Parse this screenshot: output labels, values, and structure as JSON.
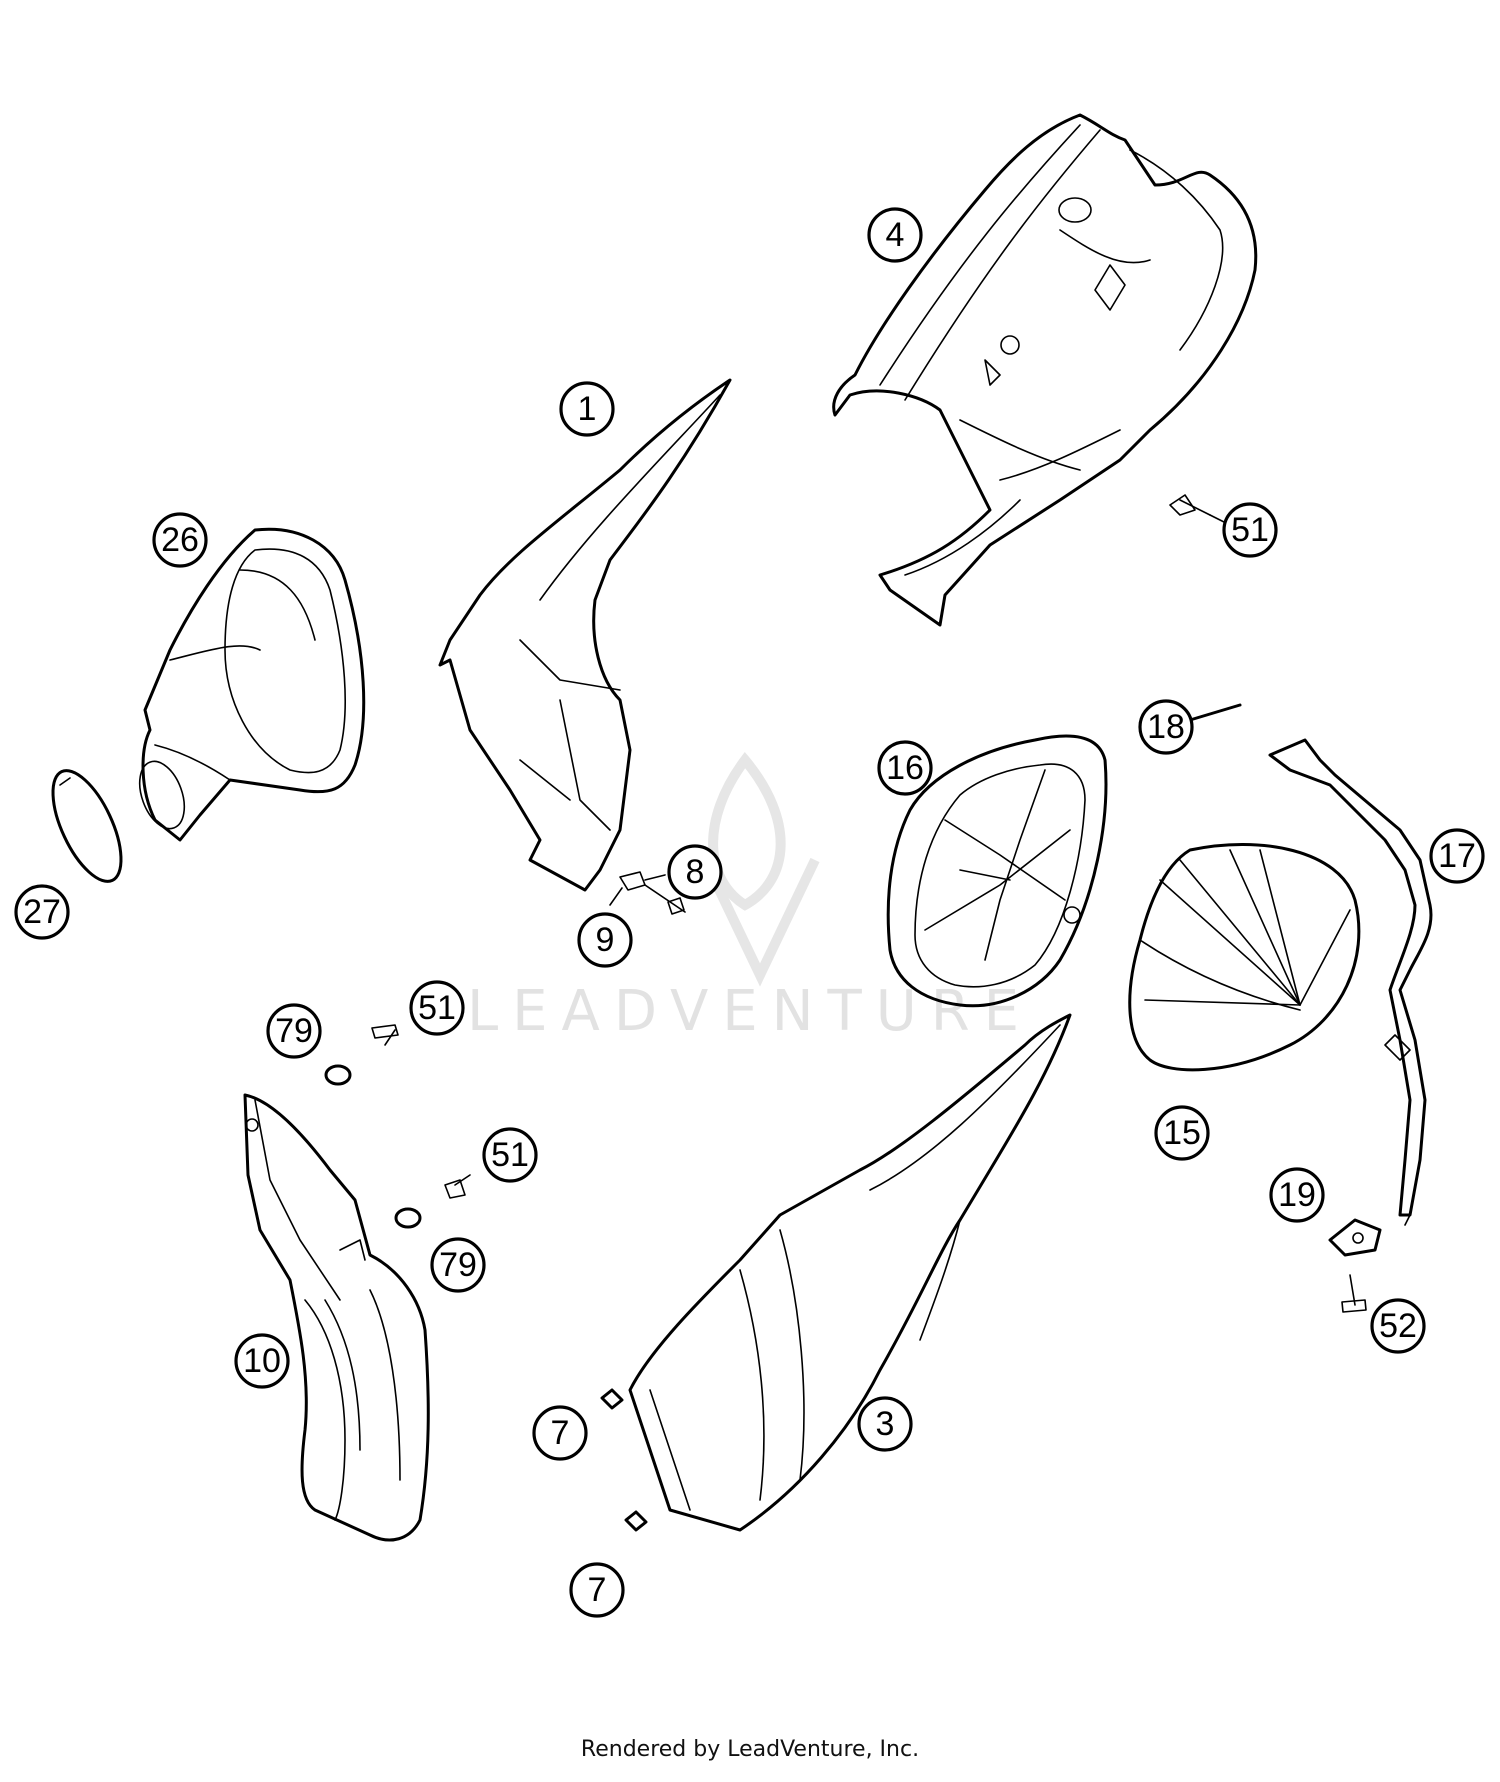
{
  "watermark": {
    "text": "LEADVENTURE"
  },
  "footer": {
    "text": "Rendered by LeadVenture, Inc."
  },
  "callouts": [
    {
      "id": "c1",
      "label": "1"
    },
    {
      "id": "c4",
      "label": "4"
    },
    {
      "id": "c51a",
      "label": "51"
    },
    {
      "id": "c26",
      "label": "26"
    },
    {
      "id": "c27",
      "label": "27"
    },
    {
      "id": "c8",
      "label": "8"
    },
    {
      "id": "c9",
      "label": "9"
    },
    {
      "id": "c16",
      "label": "16"
    },
    {
      "id": "c18",
      "label": "18"
    },
    {
      "id": "c17",
      "label": "17"
    },
    {
      "id": "c15",
      "label": "15"
    },
    {
      "id": "c79a",
      "label": "79"
    },
    {
      "id": "c51b",
      "label": "51"
    },
    {
      "id": "c51c",
      "label": "51"
    },
    {
      "id": "c79b",
      "label": "79"
    },
    {
      "id": "c10",
      "label": "10"
    },
    {
      "id": "c19",
      "label": "19"
    },
    {
      "id": "c52",
      "label": "52"
    },
    {
      "id": "c7a",
      "label": "7"
    },
    {
      "id": "c3",
      "label": "3"
    },
    {
      "id": "c7b",
      "label": "7"
    }
  ]
}
